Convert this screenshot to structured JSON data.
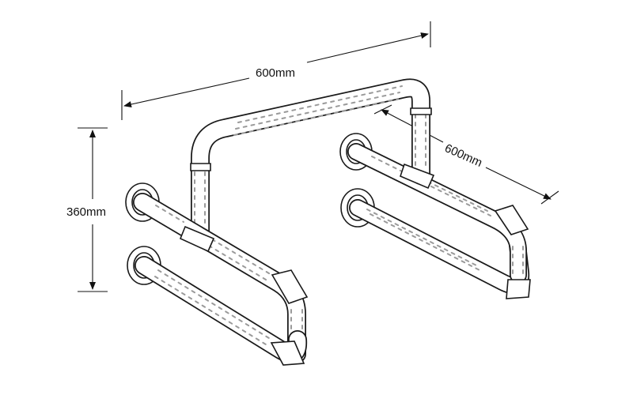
{
  "dimensions": {
    "top_width": "600mm",
    "depth": "600mm",
    "height": "360mm"
  },
  "colors": {
    "line": "#1a1a1a",
    "tube_fill": "#ffffff",
    "grip_dots": "#9a9a9a"
  }
}
